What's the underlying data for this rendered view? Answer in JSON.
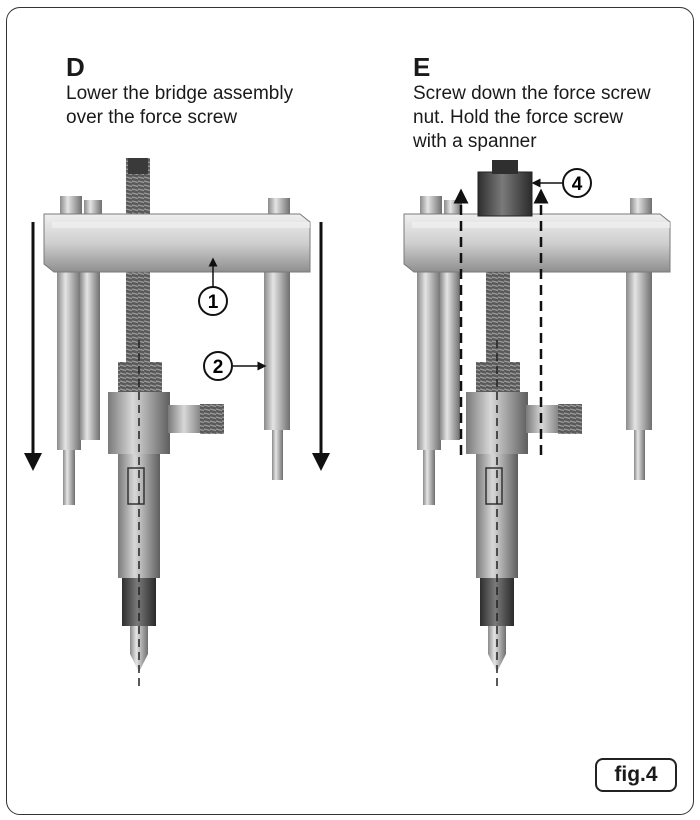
{
  "steps": [
    {
      "letter": "D",
      "text": "Lower the bridge assembly\nover the force screw"
    },
    {
      "letter": "E",
      "text": "Screw down the force screw\nnut. Hold the force screw\nwith a spanner"
    }
  ],
  "callouts": [
    "1",
    "2",
    "4"
  ],
  "figure_label": "fig.4",
  "colors": {
    "frame": "#333333",
    "metal_light": "#d9d9d9",
    "metal_mid": "#9a9a9a",
    "metal_dark": "#4a4a4a",
    "arrow": "#111111"
  }
}
